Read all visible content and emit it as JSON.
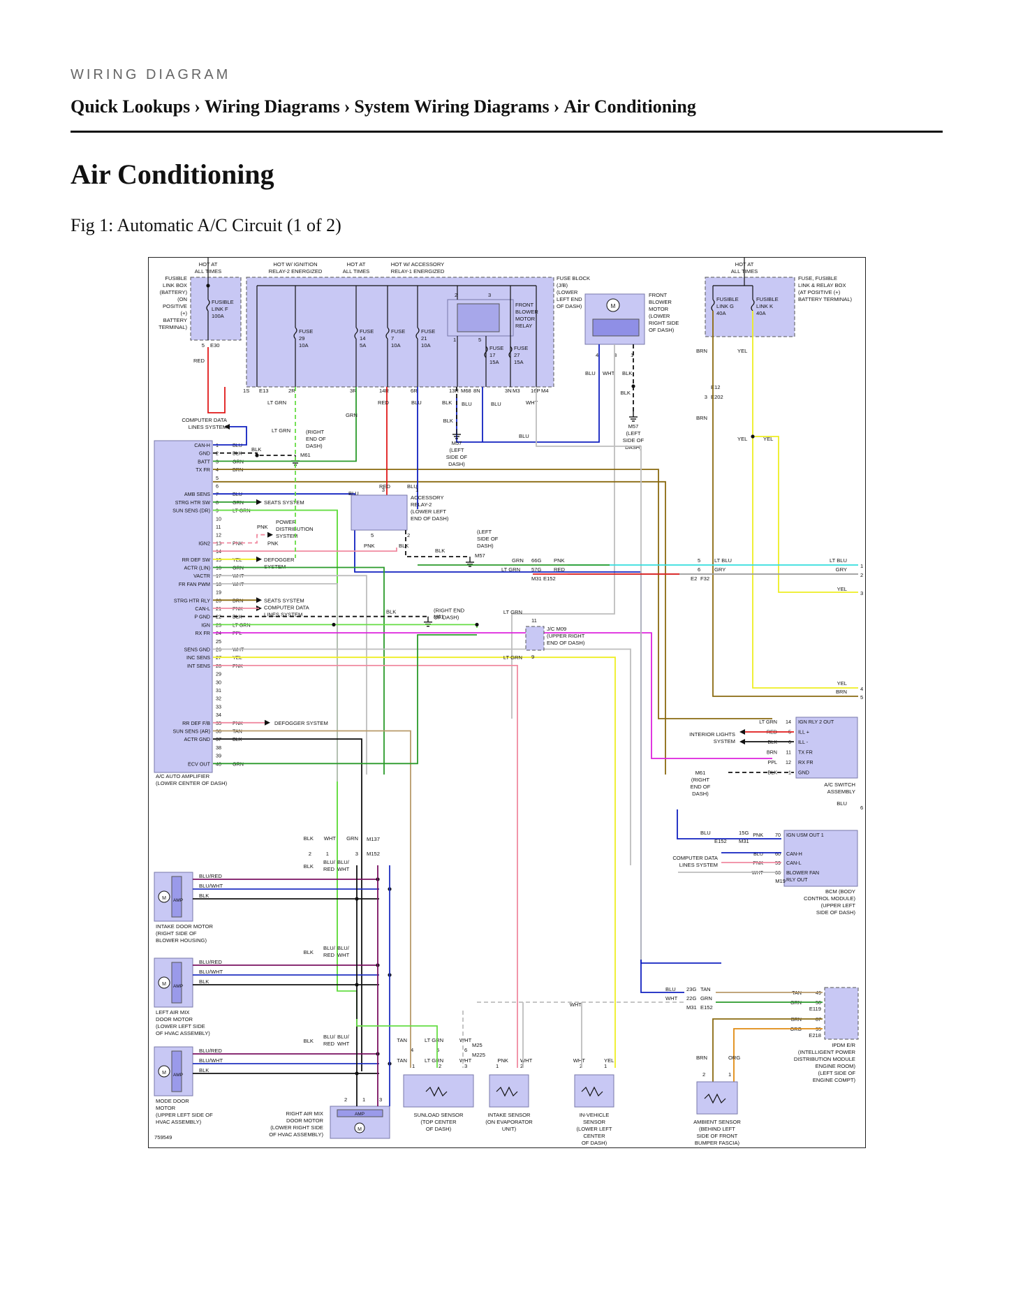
{
  "header": {
    "kicker": "WIRING DIAGRAM",
    "breadcrumb": [
      "Quick Lookups",
      "Wiring Diagrams",
      "System Wiring Diagrams",
      "Air Conditioning"
    ],
    "separator": "›"
  },
  "page_title": "Air Conditioning",
  "figure_caption": "Fig 1: Automatic A/C Circuit (1 of 2)",
  "diagram": {
    "fig_number": "759549",
    "colors": {
      "component_fill": "#c8c8f4",
      "component_stroke": "#7777aa",
      "RED": "#e01818",
      "GRN": "#2a9a2a",
      "LT GRN": "#66dd44",
      "BLU": "#1020c0",
      "BLK": "#111111",
      "WHT": "#bdbdbd",
      "YEL": "#eeee22",
      "PNK": "#f08aa0",
      "PPL": "#dd22dd",
      "BRN": "#8a6a10",
      "LT BLU": "#33dddd",
      "GRY": "#9a9a9a",
      "TAN": "#b89a6a",
      "ORG": "#e08a10",
      "BLU/RED": "#7a1060",
      "BLU/WHT": "#2030c0"
    },
    "top_labels": [
      "HOT AT\nALL TIMES",
      "HOT W/ IGNITION\nRELAY-2 ENERGIZED",
      "HOT AT\nALL TIMES",
      "HOT W/ ACCESSORY\nRELAY-1 ENERGIZED",
      "HOT AT\nALL TIMES"
    ],
    "fusible_link_box": "FUSIBLE\nLINK BOX\n(BATTERY)\n(ON\nPOSITIVE\n(+)\nBATTERY\nTERMINAL)",
    "fusible_link_f": "FUSIBLE\nLINK F\n100A",
    "fuse_block": "FUSE BLOCK\n(J/B)\n(LOWER\nLEFT END\nOF DASH)",
    "fuses": [
      {
        "name": "FUSE\n29\n10A"
      },
      {
        "name": "FUSE\n14\n5A"
      },
      {
        "name": "FUSE\n7\n10A"
      },
      {
        "name": "FUSE\n21\n10A"
      },
      {
        "name": "FUSE\n17\n15A"
      },
      {
        "name": "FUSE\n27\n15A"
      }
    ],
    "front_blower_relay": "FRONT\nBLOWER\nMOTOR\nRELAY",
    "front_blower_motor": "FRONT\nBLOWER\nMOTOR\n(LOWER\nRIGHT SIDE\nOF DASH)",
    "fuse_relay_box": "FUSE, FUSIBLE\nLINK & RELAY BOX\n(AT POSITIVE (+)\nBATTERY TERMINAL)",
    "fusible_link_g": "FUSIBLE\nLINK G\n40A",
    "fusible_link_k": "FUSIBLE\nLINK K\n40A",
    "computer_data_lines": "COMPUTER DATA\nLINES SYSTEM",
    "right_end_of_dash": "(RIGHT\nEND OF\nDASH)",
    "m57_left": "M57\n(LEFT\nSIDE OF\nDASH)",
    "accessory_relay_2": "ACCESSORY\nRELAY-2\n(LOWER LEFT\nEND OF DASH)",
    "left_side_of_dash": "(LEFT\nSIDE OF\nDASH)",
    "power_distribution": "POWER\nDISTRIBUTION\nSYSTEM",
    "jc_m09": "J/C M09\n(UPPER RIGHT\nEND OF DASH)",
    "right_end_dash_2": "(RIGHT END\nOF DASH)",
    "amplifier": {
      "name": "A/C AUTO AMPLIFIER\n(LOWER CENTER OF DASH)",
      "pins": [
        {
          "n": "1",
          "label": "CAN-H",
          "wire": "BLU"
        },
        {
          "n": "2",
          "label": "GND",
          "wire": "BLK"
        },
        {
          "n": "3",
          "label": "BATT",
          "wire": "GRN"
        },
        {
          "n": "4",
          "label": "TX FR",
          "wire": "BRN"
        },
        {
          "n": "5",
          "label": "",
          "wire": ""
        },
        {
          "n": "6",
          "label": "",
          "wire": ""
        },
        {
          "n": "7",
          "label": "AMB SENS",
          "wire": "BLU"
        },
        {
          "n": "8",
          "label": "STRG HTR SW",
          "wire": "GRN"
        },
        {
          "n": "9",
          "label": "SUN SENS (DR)",
          "wire": "LT GRN"
        },
        {
          "n": "10",
          "label": "",
          "wire": ""
        },
        {
          "n": "11",
          "label": "",
          "wire": ""
        },
        {
          "n": "12",
          "label": "",
          "wire": ""
        },
        {
          "n": "13",
          "label": "IGN2",
          "wire": "PNK"
        },
        {
          "n": "14",
          "label": "",
          "wire": ""
        },
        {
          "n": "15",
          "label": "RR DEF SW",
          "wire": "YEL"
        },
        {
          "n": "16",
          "label": "ACTR (LIN)",
          "wire": "GRN"
        },
        {
          "n": "17",
          "label": "VACTR",
          "wire": "WHT"
        },
        {
          "n": "18",
          "label": "FR FAN PWM",
          "wire": "WHT"
        },
        {
          "n": "19",
          "label": "",
          "wire": ""
        },
        {
          "n": "20",
          "label": "STRG HTR RLY",
          "wire": "BRN"
        },
        {
          "n": "21",
          "label": "CAN-L",
          "wire": "PNK"
        },
        {
          "n": "22",
          "label": "P GND",
          "wire": "BLK"
        },
        {
          "n": "23",
          "label": "IGN",
          "wire": "LT GRN"
        },
        {
          "n": "24",
          "label": "RX FR",
          "wire": "PPL"
        },
        {
          "n": "25",
          "label": "",
          "wire": ""
        },
        {
          "n": "26",
          "label": "SENS GND",
          "wire": "WHT"
        },
        {
          "n": "27",
          "label": "INC SENS",
          "wire": "YEL"
        },
        {
          "n": "28",
          "label": "INT SENS",
          "wire": "PNK"
        },
        {
          "n": "29",
          "label": "",
          "wire": ""
        },
        {
          "n": "30",
          "label": "",
          "wire": ""
        },
        {
          "n": "31",
          "label": "",
          "wire": ""
        },
        {
          "n": "32",
          "label": "",
          "wire": ""
        },
        {
          "n": "33",
          "label": "",
          "wire": ""
        },
        {
          "n": "34",
          "label": "",
          "wire": ""
        },
        {
          "n": "35",
          "label": "RR DEF F/B",
          "wire": "PNK"
        },
        {
          "n": "36",
          "label": "SUN SENS (AR)",
          "wire": "TAN"
        },
        {
          "n": "37",
          "label": "ACTR GND",
          "wire": "BLK"
        },
        {
          "n": "38",
          "label": "",
          "wire": ""
        },
        {
          "n": "39",
          "label": "",
          "wire": ""
        },
        {
          "n": "40",
          "label": "ECV OUT",
          "wire": "GRN"
        }
      ]
    },
    "seats_system": "SEATS SYSTEM",
    "defogger_system": "DEFOGGER\nSYSTEM",
    "seats_system_2": "SEATS SYSTEM\nCOMPUTER DATA\nLINES SYSTEM",
    "defogger_system_2": "DEFOGGER SYSTEM",
    "ac_switch": {
      "name": "A/C SWITCH\nASSEMBLY",
      "pins": [
        {
          "n": "14",
          "label": "IGN RLY 2 OUT",
          "wire": "LT GRN"
        },
        {
          "n": "5",
          "label": "ILL +",
          "wire": "RED"
        },
        {
          "n": "6",
          "label": "ILL -",
          "wire": "BLK"
        },
        {
          "n": "11",
          "label": "TX FR",
          "wire": "BRN"
        },
        {
          "n": "12",
          "label": "RX FR",
          "wire": "PPL"
        },
        {
          "n": "1",
          "label": "GND",
          "wire": "BLK"
        }
      ]
    },
    "interior_lights": "INTERIOR LIGHTS\nSYSTEM",
    "m61_right": "M61\n(RIGHT\nEND OF\nDASH)",
    "bcm": {
      "name": "BCM (BODY\nCONTROL MODULE)\n(UPPER LEFT\nSIDE OF DASH)",
      "pins": [
        {
          "n": "70",
          "label": "IGN USM OUT 1",
          "wire": "PNK"
        },
        {
          "n": "60",
          "label": "CAN-H",
          "wire": "BLU"
        },
        {
          "n": "59",
          "label": "CAN-L",
          "wire": "PNK"
        },
        {
          "n": "66",
          "label": "BLOWER FAN\nRLY OUT",
          "wire": "WHT"
        }
      ]
    },
    "ipdm": {
      "name": "IPDM E/R\n(INTELLIGENT POWER\nDISTRIBUTION MODULE\nENGINE ROOM)\n(LEFT SIDE OF\nENGINE COMPT)",
      "pins": [
        {
          "n": "49",
          "wire": "TAN"
        },
        {
          "n": "50",
          "wire": "GRN"
        },
        {
          "n": "87",
          "wire": "BRN"
        },
        {
          "n": "95",
          "wire": "ORG"
        }
      ]
    },
    "motors": [
      {
        "name": "INTAKE DOOR MOTOR\n(RIGHT SIDE OF\nBLOWER HOUSING)"
      },
      {
        "name": "LEFT AIR MIX\nDOOR MOTOR\n(LOWER LEFT SIDE\nOF HVAC ASSEMBLY)"
      },
      {
        "name": "MODE DOOR\nMOTOR\n(UPPER LEFT SIDE OF\nHVAC ASSEMBLY)"
      },
      {
        "name": "RIGHT AIR MIX\nDOOR MOTOR\n(LOWER RIGHT SIDE\nOF HVAC ASSEMBLY)"
      }
    ],
    "motor_pins": [
      "BLU/RED",
      "BLU/WHT",
      "BLK"
    ],
    "sensors": [
      {
        "name": "SUNLOAD SENSOR\n(TOP CENTER\nOF DASH)"
      },
      {
        "name": "INTAKE SENSOR\n(ON EVAPORATOR\nUNIT)"
      },
      {
        "name": "IN-VEHICLE\nSENSOR\n(LOWER LEFT\nCENTER\nOF DASH)"
      },
      {
        "name": "AMBIENT SENSOR\n(BEHIND LEFT\nSIDE OF FRONT\nBUMPER FASCIA)"
      }
    ],
    "amp_label": "AMP",
    "m_label": "M",
    "right_edge_refs": [
      {
        "n": "1",
        "wire": "LT BLU"
      },
      {
        "n": "2",
        "wire": "GRY"
      },
      {
        "n": "3",
        "wire": "YEL"
      },
      {
        "n": "4",
        "wire": "YEL"
      },
      {
        "n": "5",
        "wire": "BRN"
      },
      {
        "n": "6",
        "wire": "BLU"
      }
    ],
    "connectors": {
      "E30": "E30",
      "E13": "E13",
      "M68": "M68",
      "M3": "M3",
      "M4": "M4",
      "E12": "E12",
      "E202": "E202",
      "M61": "M61",
      "M57": "M57",
      "M31": "M31",
      "E152": "E152",
      "E2": "E2",
      "F32": "F32",
      "M137": "M137",
      "M152": "M152",
      "M19": "M19",
      "E119": "E119",
      "E218": "E218",
      "M25": "M25",
      "M225": "M225"
    },
    "fuse_pins": {
      "p1S": "1S",
      "p2R": "2R",
      "p3R": "3R",
      "p14R": "14R",
      "p6R": "6R",
      "p13R": "13R",
      "p8N": "8N",
      "p3N": "3N",
      "p16P": "16P",
      "p5": "5",
      "p2": "2",
      "p3": "3",
      "p1": "1"
    },
    "wire_names": {
      "RED": "RED",
      "GRN": "GRN",
      "LTGRN": "LT GRN",
      "BLU": "BLU",
      "BLK": "BLK",
      "WHT": "WHT",
      "YEL": "YEL",
      "PNK": "PNK",
      "PPL": "PPL",
      "BRN": "BRN",
      "LTBLU": "LT BLU",
      "GRY": "GRY",
      "TAN": "TAN",
      "ORG": "ORG",
      "BLURED": "BLU/RED",
      "BLUWHT": "BLU/WHT",
      "BLUR2": "BLU/\nRED",
      "BLUW2": "BLU/\nWHT"
    },
    "pin_nums": {
      "p66G": "66G",
      "p57G": "57G",
      "p15G": "15G",
      "p23G": "23G",
      "p22G": "22G",
      "p11": "11",
      "p9": "9",
      "p6": "6",
      "p5": "5",
      "p4": "4",
      "p3": "3",
      "p2": "2",
      "p1": "1",
      "p70": "70",
      "p60": "60",
      "p59": "59",
      "p66": "66",
      "p49": "49",
      "p50": "50",
      "p87": "87",
      "p95": "95",
      "p14": "14",
      "p11b": "11",
      "p12": "12"
    }
  }
}
